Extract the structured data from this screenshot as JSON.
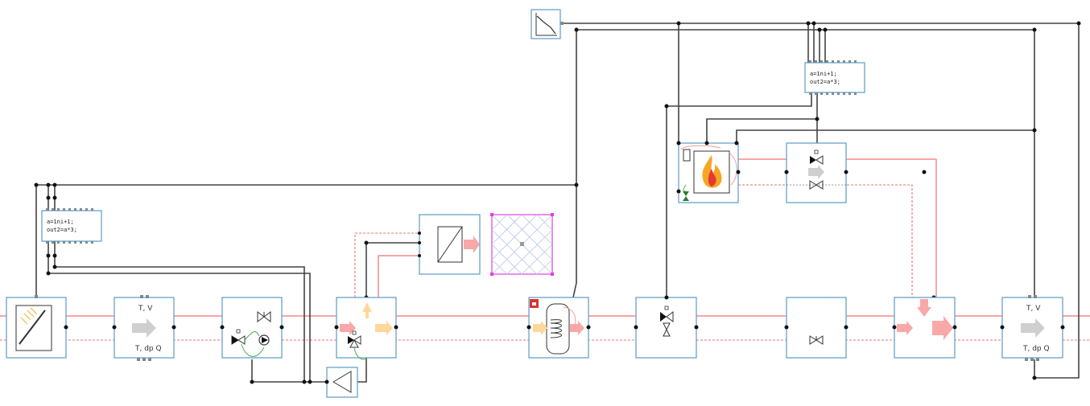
{
  "code_block_1": {
    "line1": "a=1ni+1;",
    "line2": "out2=a*3;"
  },
  "code_block_2": {
    "line1": "a=1ni+1;",
    "line2": "out2=a*3;"
  },
  "sensor_1": {
    "top": "T, V",
    "bottom": "T, dp  Q"
  },
  "sensor_2": {
    "top": "T, V",
    "bottom": "T, dp  Q"
  },
  "colors": {
    "frame": "#5b9bc5",
    "flow": "#f07070",
    "wire": "#444444",
    "grid": "#e040e0"
  },
  "icons": [
    "solar-collector-icon",
    "flow-arrow-icon",
    "valve-icon",
    "pump-icon",
    "three-way-valve-icon",
    "heat-exchanger-icon",
    "storage-tank-icon",
    "boiler-flame-icon",
    "characteristic-curve-icon",
    "compressor-icon",
    "lock-icon"
  ]
}
